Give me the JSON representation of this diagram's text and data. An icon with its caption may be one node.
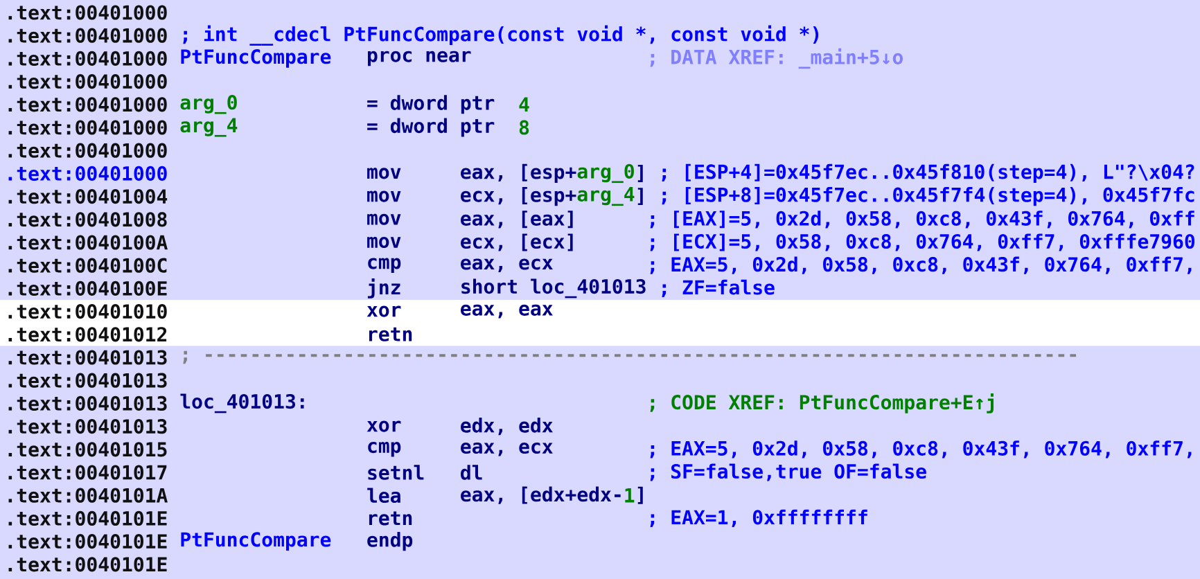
{
  "diagram": {
    "labels": [
      ".text:00401000",
      ".text:00401000",
      "; int __cdecl PtFuncCompare(const void *, const void *)",
      ".text:00401000",
      "PtFuncCompare",
      "proc near",
      "; DATA XREF: _main+5↓o",
      ".text:00401000",
      ".text:00401000",
      "arg_0",
      "= dword ptr",
      "4",
      ".text:00401000",
      "arg_4",
      "= dword ptr",
      "8",
      ".text:00401000",
      ".text:00401000",
      "mov",
      "eax, [esp+",
      "arg_0",
      "]",
      "; [ESP+4]=0x45f7ec..0x45f810(step=4), L\"?\\x04?",
      ".text:00401004",
      "mov",
      "ecx, [esp+",
      "arg_4",
      "]",
      "; [ESP+8]=0x45f7ec..0x45f7f4(step=4), 0x45f7fc",
      ".text:00401008",
      "mov",
      "eax, [eax]",
      "; [EAX]=5, 0x2d, 0x58, 0xc8, 0x43f, 0x764, 0xff",
      ".text:0040100A",
      "mov",
      "ecx, [ecx]",
      "; [ECX]=5, 0x58, 0xc8, 0x764, 0xff7, 0xfffe7960",
      ".text:0040100C",
      "cmp",
      "eax, ecx",
      "; EAX=5, 0x2d, 0x58, 0xc8, 0x43f, 0x764, 0xff7,",
      ".text:0040100E",
      "jnz",
      "short loc_401013",
      "; ZF=false",
      ".text:00401010",
      "xor",
      "eax, eax",
      ".text:00401012",
      "retn",
      ".text:00401013",
      "; ---------------------------------------------------------------------------",
      ".text:00401013",
      ".text:00401013",
      "loc_401013:",
      "; CODE XREF: PtFuncCompare+E↑j",
      ".text:00401013",
      "xor",
      "edx, edx",
      ".text:00401015",
      "cmp",
      "eax, ecx",
      "; EAX=5, 0x2d, 0x58, 0xc8, 0x43f, 0x764, 0xff7,",
      ".text:00401017",
      "setnl",
      "dl",
      "; SF=false,true OF=false",
      ".text:0040101A",
      "lea",
      "eax, [edx+edx-",
      "1",
      "]",
      ".text:0040101E",
      "retn",
      "; EAX=1, 0xffffffff",
      ".text:0040101E",
      "PtFuncCompare",
      "endp",
      ".text:0040101E"
    ]
  }
}
